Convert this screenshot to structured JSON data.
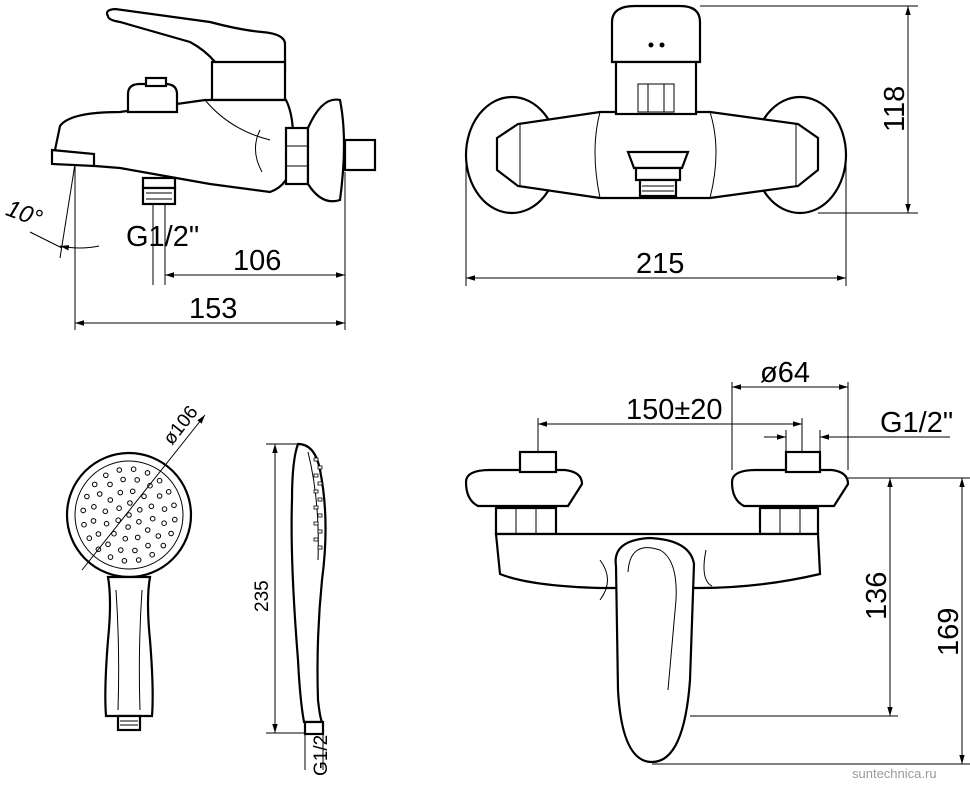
{
  "side_view": {
    "angle_label": "10°",
    "thread_label": "G1/2\"",
    "dim_inner": "106",
    "dim_overall": "153"
  },
  "front_view": {
    "dim_height": "118",
    "dim_width": "215"
  },
  "hand_shower": {
    "diameter_label": "ø106",
    "length_label": "235",
    "thread_label": "G1/2"
  },
  "top_view": {
    "diameter_label": "ø64",
    "spacing_label": "150±20",
    "thread_label": "G1/2\"",
    "dim_136": "136",
    "dim_169": "169"
  },
  "watermark": "suntechnica.ru"
}
